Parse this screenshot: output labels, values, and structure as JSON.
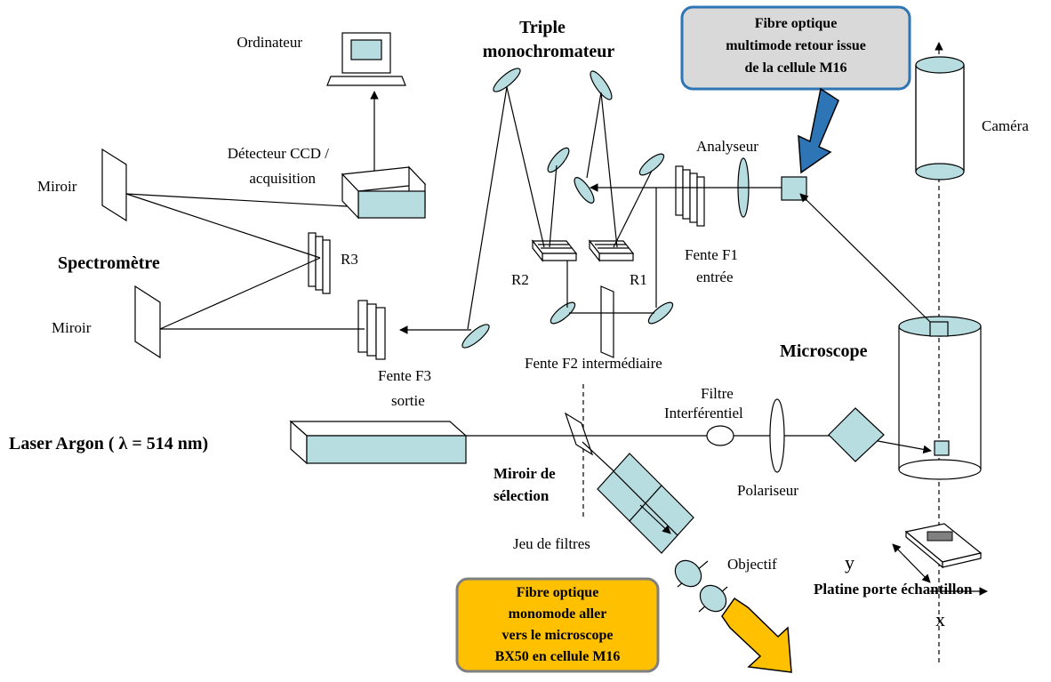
{
  "labels": {
    "ordinateur": "Ordinateur",
    "triple_line1": "Triple",
    "triple_line2": "monochromateur",
    "miroir_top": "Miroir",
    "miroir_bottom": "Miroir",
    "ccd_line1": "Détecteur CCD /",
    "ccd_line2": "acquisition",
    "spectrometre": "Spectromètre",
    "r3": "R3",
    "r2": "R2",
    "r1": "R1",
    "analyseur": "Analyseur",
    "camera": "Caméra",
    "f1_line1": "Fente F1",
    "f1_line2": "entrée",
    "f2": "Fente F2 intermédiaire",
    "f3_line1": "Fente F3",
    "f3_line2": "sortie",
    "microscope": "Microscope",
    "filtre_line1": "Filtre",
    "filtre_line2": "Interférentiel",
    "laser": "Laser Argon ( λ = 514 nm)",
    "miroir_sel_line1": "Miroir de",
    "miroir_sel_line2": "sélection",
    "polariseur": "Polariseur",
    "jeu_filtres": "Jeu de filtres",
    "objectif": "Objectif",
    "axis_y": "y",
    "axis_x": "x",
    "platine": "Platine porte échantillon"
  },
  "callouts": {
    "return_fibre": {
      "line1": "Fibre optique",
      "line2": "multimode retour  issue",
      "line3": "de la cellule M16"
    },
    "outgoing_fibre": {
      "line1": "Fibre optique",
      "line2": "monomode aller",
      "line3": "vers le microscope",
      "line4": "BX50 en cellule M16"
    }
  },
  "colors": {
    "component_fill": "#b7dde0",
    "return_callout_fill": "#d9d9d9",
    "return_callout_border": "#2e75b6",
    "return_arrow": "#2e75b6",
    "outgoing_callout_fill": "#ffc000",
    "outgoing_callout_border": "#7f7f7f",
    "outgoing_arrow": "#ffc000"
  }
}
